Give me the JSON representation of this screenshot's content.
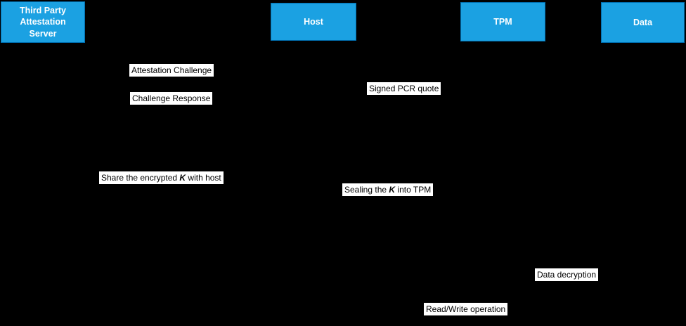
{
  "participants": [
    {
      "label": "Third Party Attestation Server"
    },
    {
      "label": "Host"
    },
    {
      "label": "TPM"
    },
    {
      "label": "Data"
    }
  ],
  "messages": [
    {
      "text": "Attestation Challenge"
    },
    {
      "text": "Challenge Response"
    },
    {
      "text": "Signed PCR quote"
    },
    {
      "prefix": "Share the encrypted ",
      "emphasis": "K",
      "suffix": " with host"
    },
    {
      "prefix": "Sealing the ",
      "emphasis": "K",
      "suffix": " into TPM"
    },
    {
      "text": "Data decryption"
    },
    {
      "text": "Read/Write operation"
    }
  ],
  "colors": {
    "canvas_background": "#000000",
    "participant_fill": "#1BA1E2",
    "participant_border": "#006EAF",
    "participant_text": "#FFFFFF",
    "label_background": "#FFFFFF",
    "label_text": "#000000"
  }
}
